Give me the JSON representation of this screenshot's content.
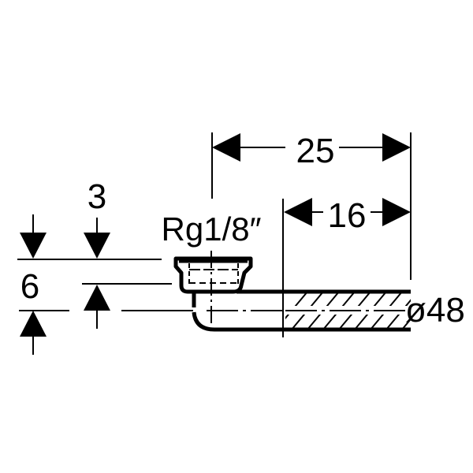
{
  "diagram": {
    "title": "Drain outlet technical drawing",
    "colors": {
      "line": "#000000",
      "background": "#ffffff"
    },
    "dimensions": {
      "overall_length": "25",
      "pipe_length": "16",
      "thread": "Rg1/8″",
      "height_top": "3",
      "height_total": "6",
      "pipe_diameter": "ø48"
    }
  }
}
